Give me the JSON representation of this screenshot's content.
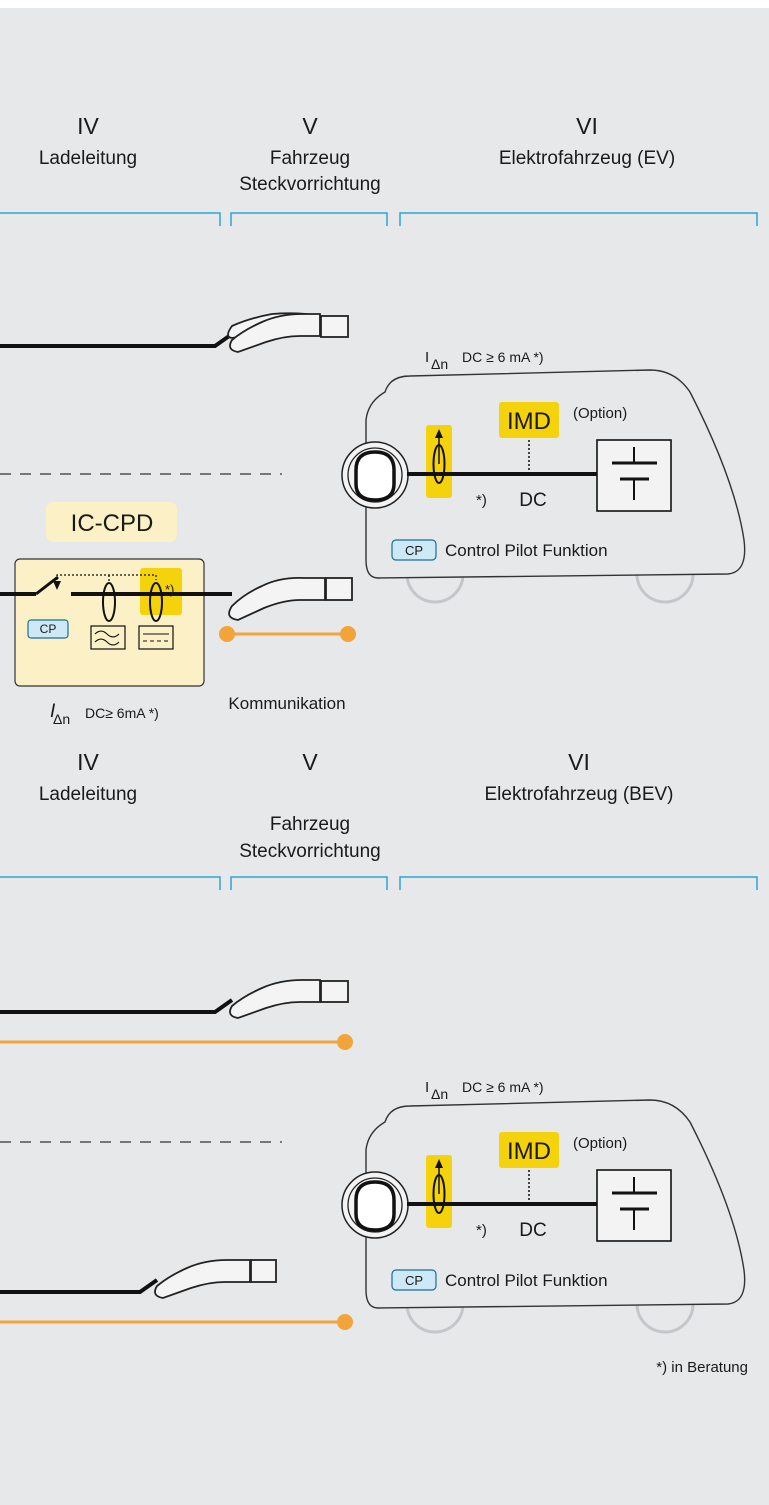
{
  "colors": {
    "background": "#e6e8ea",
    "accent_blue": "#2aa6d9",
    "orange": "#f2a33a",
    "yellow": "#f4d20c",
    "ic_cpd_box": "#fbf0c6",
    "cp_badge": "#cde8f6"
  },
  "section1": {
    "col4": {
      "num": "IV",
      "label": "Ladeleitung"
    },
    "col5": {
      "num": "V",
      "label1": "Fahrzeug",
      "label2": "Steckvorrichtung"
    },
    "col6": {
      "num": "VI",
      "label": "Elektrofahrzeug (EV)"
    },
    "vehicle": {
      "residual": "DC ≥ 6 mA  *)",
      "imd": "IMD",
      "option": "(Option)",
      "star": "*)",
      "dc": "DC",
      "cp": "CP",
      "control_pilot": "Control Pilot Funktion"
    },
    "ic_cpd": {
      "title": "IC-CPD",
      "star": "*)",
      "cp": "CP",
      "residual": "DC≥ 6mA  *)"
    },
    "kommunikation": "Kommunikation"
  },
  "section2": {
    "col4": {
      "num": "IV",
      "label": "Ladeleitung"
    },
    "col5": {
      "num": "V",
      "label1": "Fahrzeug",
      "label2": "Steckvorrichtung"
    },
    "col6": {
      "num": "VI",
      "label": "Elektrofahrzeug (BEV)"
    },
    "vehicle": {
      "residual": "DC ≥ 6 mA  *)",
      "imd": "IMD",
      "option": "(Option)",
      "star": "*)",
      "dc": "DC",
      "cp": "CP",
      "control_pilot": "Control Pilot Funktion"
    }
  },
  "footnote": "*)   in Beratung"
}
